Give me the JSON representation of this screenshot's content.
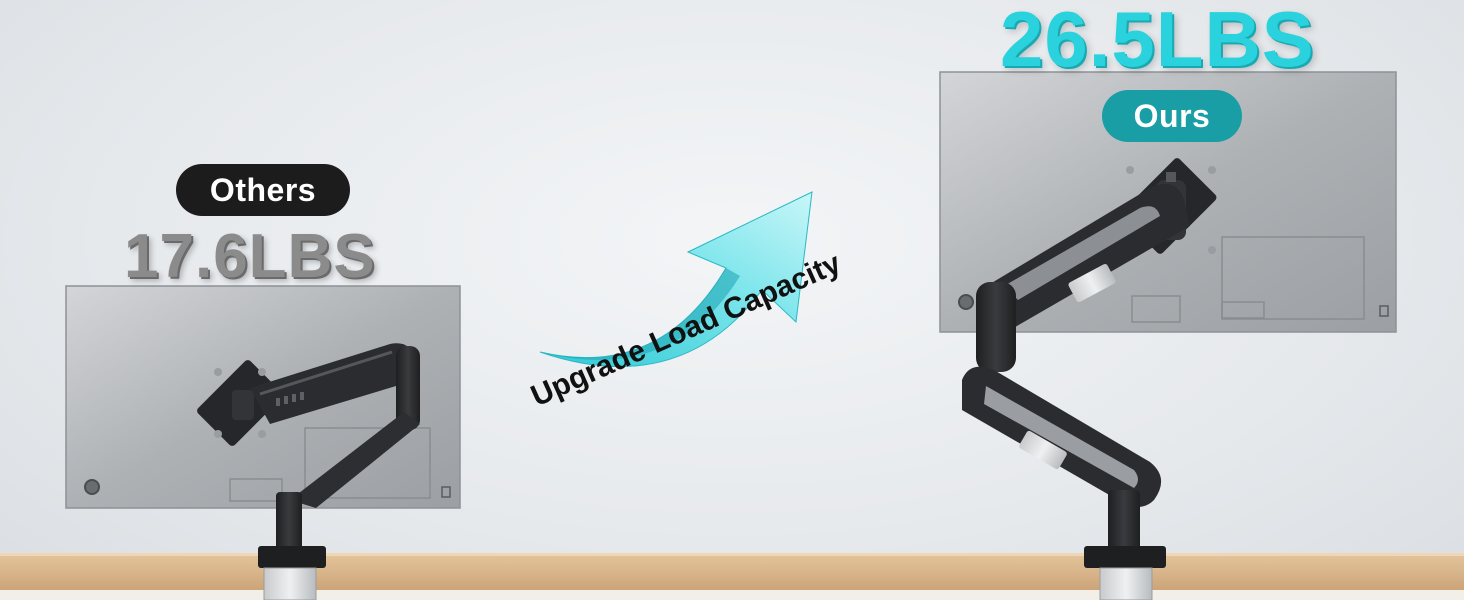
{
  "left_product": {
    "label": "Others",
    "weight": "17.6LBS"
  },
  "right_product": {
    "label": "Ours",
    "weight": "26.5LBS"
  },
  "arrow_caption": "Upgrade Load Capacity",
  "colors": {
    "accent_teal": "#29d2dc",
    "pill_teal": "#1a9ea6",
    "pill_dark": "#1c1c1c",
    "desk_wood": "#d7b48a",
    "monitor_silver": "#b4b7ba",
    "arm_black": "#2a2b2d"
  }
}
